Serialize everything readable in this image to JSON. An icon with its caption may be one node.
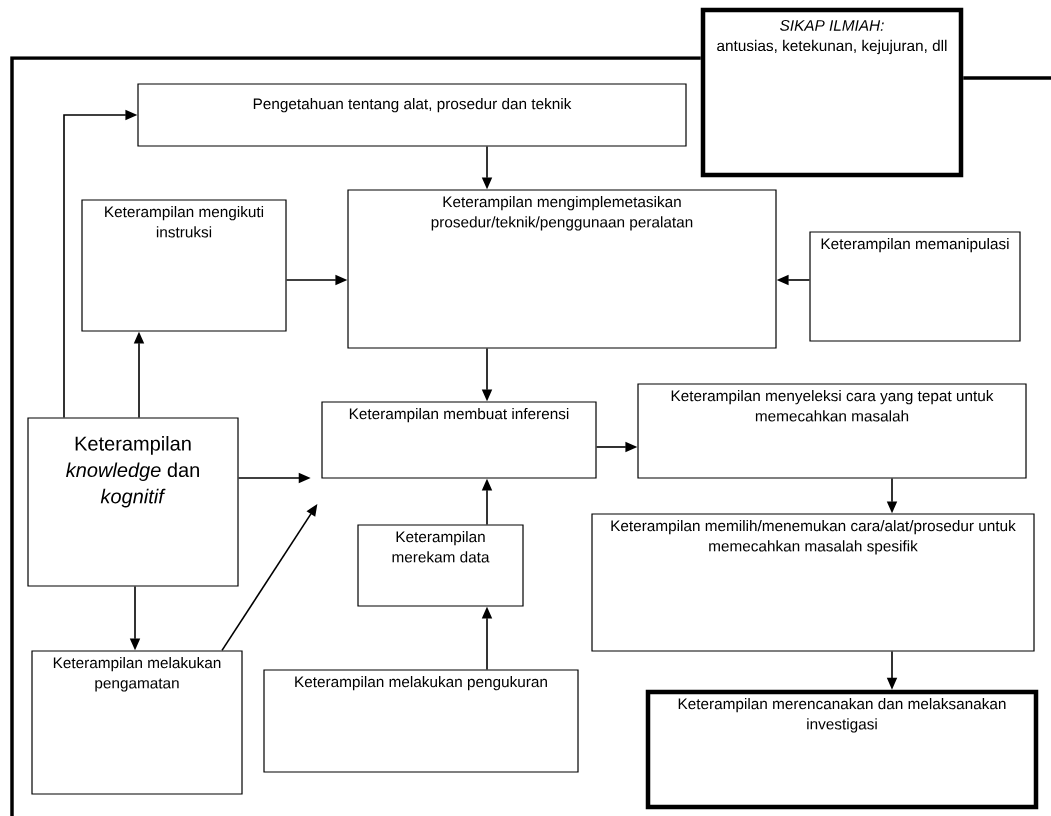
{
  "diagram": {
    "nodes": [
      {
        "text": [
          "SIKAP ILMIAH:",
          "antusias, ketekunan, kejujuran, dll"
        ]
      },
      {
        "text": [
          "Pengetahuan tentang alat, prosedur dan teknik"
        ]
      },
      {
        "text": [
          "Keterampilan mengikuti instruksi"
        ]
      },
      {
        "text": [
          "Keterampilan mengimplemetasikan prosedur/teknik/penggunaan  peralatan"
        ]
      },
      {
        "text": [
          "Keterampilan memanipulasi"
        ]
      },
      {
        "text": [
          "Keterampilan membuat inferensi"
        ]
      },
      {
        "text": [
          "Keterampilan menyeleksi cara yang tepat untuk memecahkan masalah"
        ]
      },
      {
        "text": [
          "Keterampilan *knowledge* dan *kognitif*"
        ]
      },
      {
        "text": [
          "Keterampilan merekam data"
        ]
      },
      {
        "text": [
          "Keterampilan  memilih/menemukan cara/alat/prosedur untuk memecahkan masalah spesifik"
        ]
      },
      {
        "text": [
          "Keterampilan melakukan pengamatan"
        ]
      },
      {
        "text": [
          "Keterampilan melakukan pengukuran"
        ]
      },
      {
        "text": [
          "Keterampilan merencanakan dan melaksanakan investigasi"
        ]
      }
    ],
    "edges": [
      {
        "from": 0,
        "to": null,
        "arrow": "none",
        "style": "thick"
      },
      {
        "from": 0,
        "to": null,
        "arrow": "none",
        "style": "thick"
      },
      {
        "from": 7,
        "to": 1,
        "arrow": "to"
      },
      {
        "from": 1,
        "to": 3,
        "arrow": "to"
      },
      {
        "from": 2,
        "to": 3,
        "arrow": "to"
      },
      {
        "from": 4,
        "to": 3,
        "arrow": "to"
      },
      {
        "from": 3,
        "to": 5,
        "arrow": "to"
      },
      {
        "from": 7,
        "to": 2,
        "arrow": "to"
      },
      {
        "from": 7,
        "to": 5,
        "arrow": "to"
      },
      {
        "from": 10,
        "to": 5,
        "arrow": "to"
      },
      {
        "from": 8,
        "to": 5,
        "arrow": "to"
      },
      {
        "from": 11,
        "to": 8,
        "arrow": "to"
      },
      {
        "from": 5,
        "to": 6,
        "arrow": "to"
      },
      {
        "from": 6,
        "to": 9,
        "arrow": "to"
      },
      {
        "from": 9,
        "to": 12,
        "arrow": "to"
      },
      {
        "from": 7,
        "to": 10,
        "arrow": "to"
      }
    ]
  }
}
